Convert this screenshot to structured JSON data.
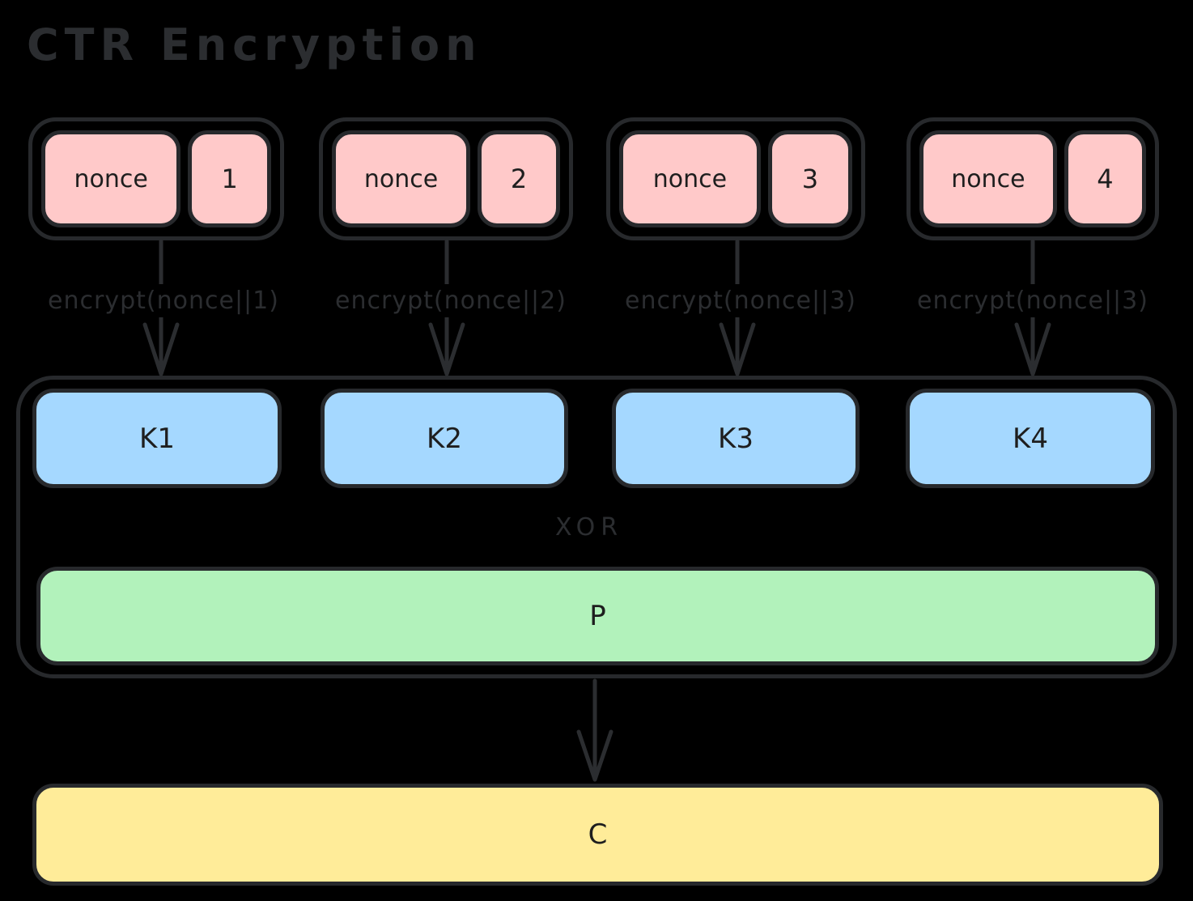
{
  "title": "CTR Encryption",
  "colors": {
    "background": "#000000",
    "pink": "#ffc9c9",
    "blue": "#a5d8ff",
    "green": "#b2f2bb",
    "yellow": "#ffec99",
    "stroke": "#27292c",
    "label_dim": "#2b2d30",
    "box_text": "#1e1e1e"
  },
  "counter_blocks": [
    {
      "nonce_label": "nonce",
      "counter": "1",
      "encrypt_label": "encrypt(nonce||1)"
    },
    {
      "nonce_label": "nonce",
      "counter": "2",
      "encrypt_label": "encrypt(nonce||2)"
    },
    {
      "nonce_label": "nonce",
      "counter": "3",
      "encrypt_label": "encrypt(nonce||3)"
    },
    {
      "nonce_label": "nonce",
      "counter": "4",
      "encrypt_label": "encrypt(nonce||3)"
    }
  ],
  "keystream_blocks": [
    {
      "label": "K1"
    },
    {
      "label": "K2"
    },
    {
      "label": "K3"
    },
    {
      "label": "K4"
    }
  ],
  "xor_label": "XOR",
  "plaintext_label": "P",
  "ciphertext_label": "C"
}
